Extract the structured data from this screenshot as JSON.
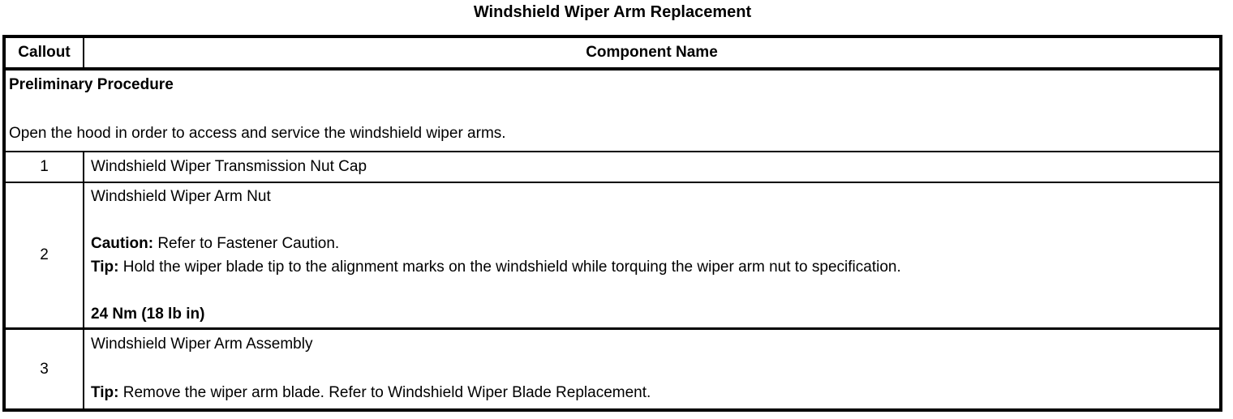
{
  "page_title": "Windshield Wiper Arm Replacement",
  "table": {
    "header": {
      "callout": "Callout",
      "component_name": "Component Name"
    },
    "preliminary": {
      "title": "Preliminary Procedure",
      "instruction": "Open the hood in order to access and service the windshield wiper arms."
    },
    "rows": [
      {
        "callout": "1",
        "component": "Windshield Wiper Transmission Nut Cap"
      },
      {
        "callout": "2",
        "component": "Windshield Wiper Arm Nut",
        "caution_label": "Caution:",
        "caution_text": " Refer to Fastener Caution.",
        "tip_label": "Tip:",
        "tip_text": " Hold the wiper blade tip to the alignment marks on the windshield while torquing the wiper arm nut to specification.",
        "torque_spec": "24 Nm (18 lb in)"
      },
      {
        "callout": "3",
        "component": "Windshield Wiper Arm Assembly",
        "tip_label": "Tip:",
        "tip_text": " Remove the wiper arm blade. Refer to Windshield Wiper Blade Replacement."
      }
    ]
  }
}
